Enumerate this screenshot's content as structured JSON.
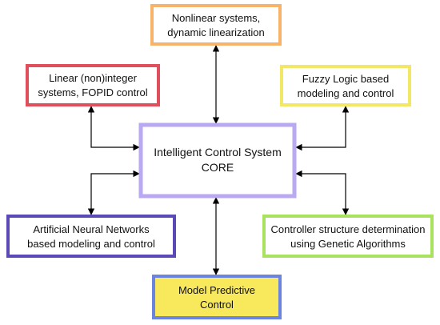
{
  "diagram": {
    "core": {
      "lines": [
        "Intelligent Control System",
        "CORE"
      ],
      "border": "#b9a8f2"
    },
    "nodes": {
      "nonlinear": {
        "lines": [
          "Nonlinear systems,",
          "dynamic linearization"
        ],
        "border": "#f7b36a"
      },
      "linear": {
        "lines": [
          "Linear (non)integer",
          "systems, FOPID control"
        ],
        "border": "#e0505c"
      },
      "fuzzy": {
        "lines": [
          "Fuzzy Logic based",
          "modeling and control"
        ],
        "border": "#f3e865"
      },
      "ann": {
        "lines": [
          "Artificial Neural Networks",
          "based modeling and control"
        ],
        "border": "#5a4ab5"
      },
      "genetic": {
        "lines": [
          "Controller structure determination",
          "using Genetic Algorithms"
        ],
        "border": "#a8e25e"
      },
      "mpc": {
        "lines": [
          "Model Predictive",
          "Control"
        ],
        "border": "#6a84df",
        "fill": "#f7e85c"
      }
    },
    "connections": [
      {
        "from": "core",
        "to": "nonlinear",
        "direction": "bidirectional"
      },
      {
        "from": "core",
        "to": "linear",
        "direction": "bidirectional"
      },
      {
        "from": "core",
        "to": "fuzzy",
        "direction": "bidirectional"
      },
      {
        "from": "core",
        "to": "ann",
        "direction": "bidirectional"
      },
      {
        "from": "core",
        "to": "genetic",
        "direction": "bidirectional"
      },
      {
        "from": "core",
        "to": "mpc",
        "direction": "bidirectional"
      }
    ]
  }
}
